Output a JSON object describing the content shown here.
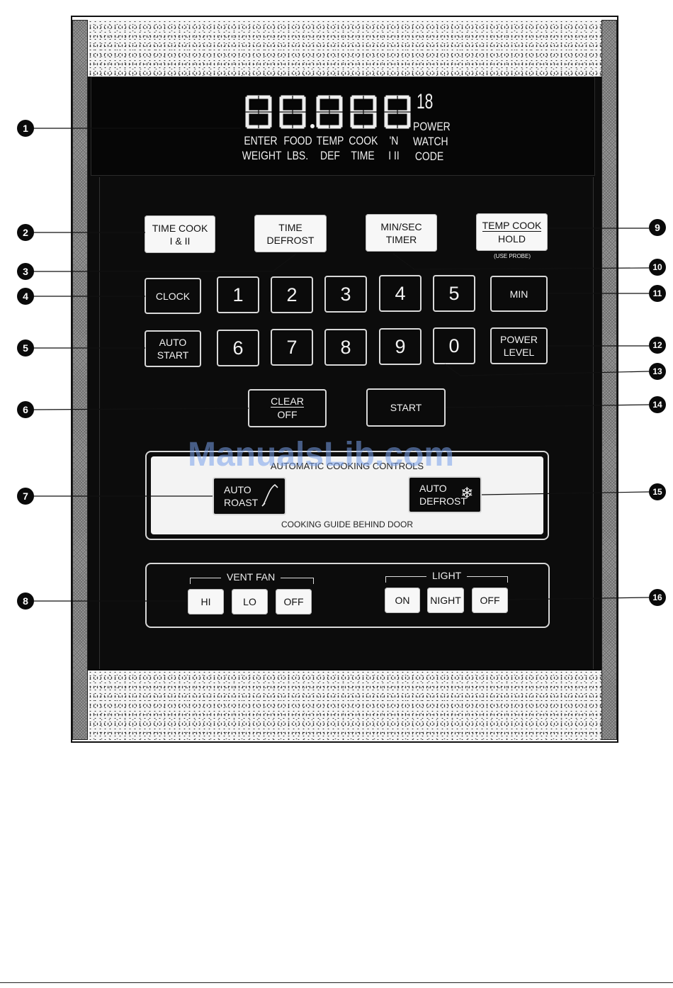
{
  "display": {
    "digits": [
      "8",
      "8",
      "8",
      "8",
      "8"
    ],
    "small_digits": "18",
    "labels": [
      {
        "line1": "ENTER",
        "line2": "WEIGHT"
      },
      {
        "line1": "FOOD",
        "line2": "LBS."
      },
      {
        "line1": "TEMP",
        "line2": "DEF"
      },
      {
        "line1": "COOK",
        "line2": "TIME"
      },
      {
        "line1": "'N",
        "line2": "I II"
      },
      {
        "line1": "POWER",
        "line2": "WATCH",
        "line3": "CODE"
      }
    ]
  },
  "keys": {
    "time_cook": {
      "line1": "TIME COOK",
      "line2": "I & II"
    },
    "time_defrost": {
      "line1": "TIME",
      "line2": "DEFROST"
    },
    "min_sec_timer": {
      "line1": "MIN/SEC",
      "line2": "TIMER"
    },
    "temp_cook": {
      "line1": "TEMP COOK",
      "line2": "HOLD",
      "note": "(USE PROBE)"
    },
    "clock": "CLOCK",
    "min": "MIN",
    "auto_start": {
      "line1": "AUTO",
      "line2": "START"
    },
    "power_level": {
      "line1": "POWER",
      "line2": "LEVEL"
    },
    "clear_off": {
      "line1": "CLEAR",
      "line2": "OFF"
    },
    "start": "START",
    "numbers_row1": [
      "1",
      "2",
      "3",
      "4",
      "5"
    ],
    "numbers_row2": [
      "6",
      "7",
      "8",
      "9",
      "0"
    ]
  },
  "auto_controls": {
    "title": "AUTOMATIC COOKING CONTROLS",
    "auto_roast": {
      "line1": "AUTO",
      "line2": "ROAST"
    },
    "auto_defrost": {
      "line1": "AUTO",
      "line2": "DEFROST"
    },
    "guide": "COOKING GUIDE BEHIND DOOR"
  },
  "vent_fan": {
    "title": "VENT FAN",
    "hi": "HI",
    "lo": "LO",
    "off": "OFF"
  },
  "light": {
    "title": "LIGHT",
    "on": "ON",
    "night": "NIGHT",
    "off": "OFF"
  },
  "callouts": [
    "1",
    "2",
    "3",
    "4",
    "5",
    "6",
    "7",
    "8",
    "9",
    "10",
    "11",
    "12",
    "13",
    "14",
    "15",
    "16"
  ],
  "watermark": "ManualsLib.com",
  "colors": {
    "panel": "#0c0c0c",
    "key_light": "#f7f7f7",
    "badge": "#0a0a0a",
    "watermark": "#78a0eb"
  }
}
